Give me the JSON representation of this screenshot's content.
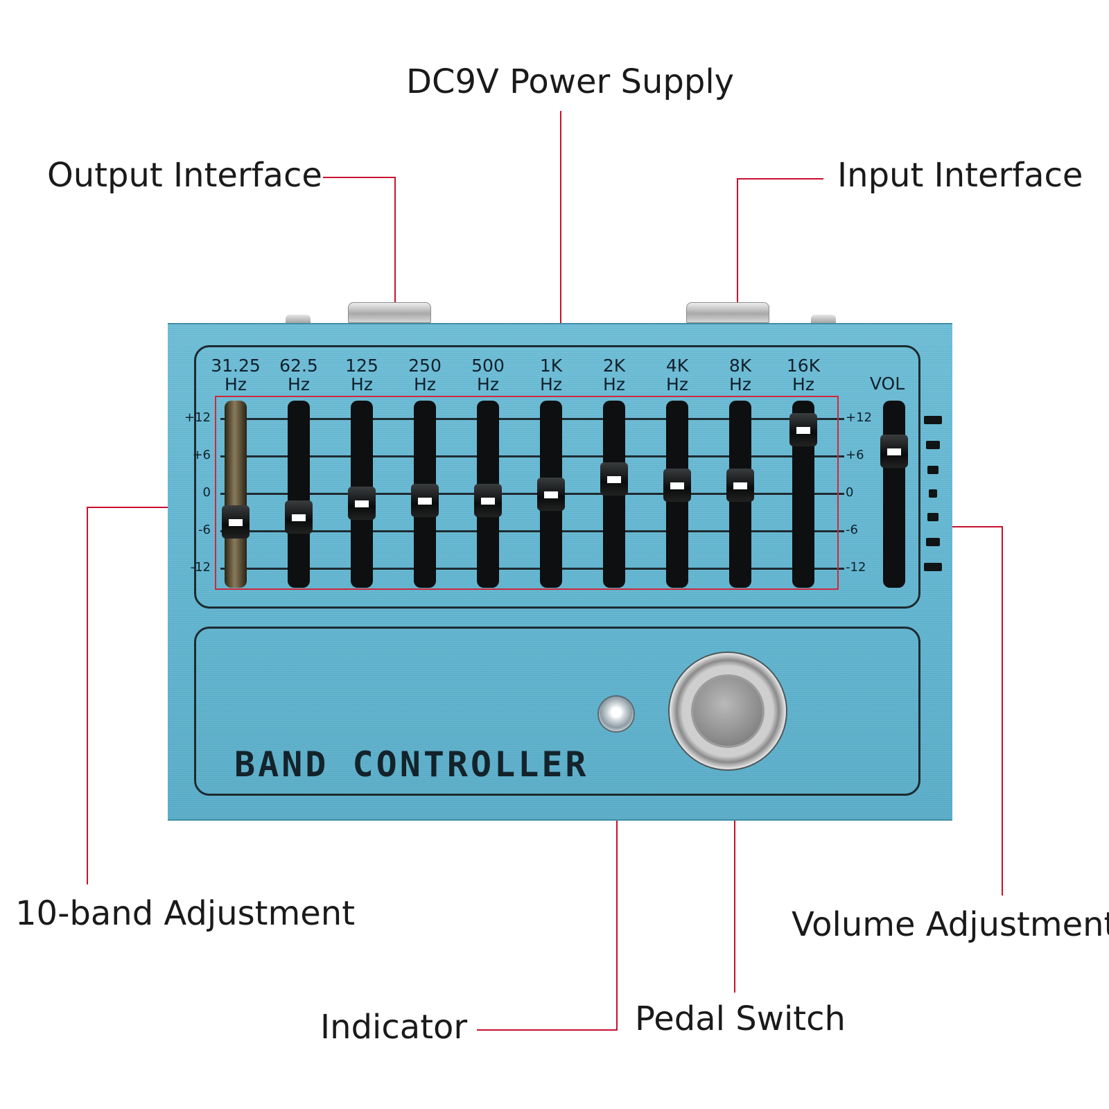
{
  "callouts": {
    "power": "DC9V Power Supply",
    "output": "Output Interface",
    "input": "Input Interface",
    "band": "10-band Adjustment",
    "volume": "Volume Adjustment",
    "indicator": "Indicator",
    "switch": "Pedal Switch"
  },
  "pedal": {
    "brand": "BAND CONTROLLER",
    "vol_label": "VOL",
    "bands": [
      {
        "freq": "31.25",
        "unit": "Hz",
        "level": 0.32
      },
      {
        "freq": "62.5",
        "unit": "Hz",
        "level": 0.35
      },
      {
        "freq": "125",
        "unit": "Hz",
        "level": 0.44
      },
      {
        "freq": "250",
        "unit": "Hz",
        "level": 0.46
      },
      {
        "freq": "500",
        "unit": "Hz",
        "level": 0.46
      },
      {
        "freq": "1K",
        "unit": "Hz",
        "level": 0.5
      },
      {
        "freq": "2K",
        "unit": "Hz",
        "level": 0.6
      },
      {
        "freq": "4K",
        "unit": "Hz",
        "level": 0.56
      },
      {
        "freq": "8K",
        "unit": "Hz",
        "level": 0.56
      },
      {
        "freq": "16K",
        "unit": "Hz",
        "level": 0.92
      }
    ],
    "vol_level": 0.78,
    "scale": [
      "+12",
      "+6",
      "0",
      "-6",
      "-12"
    ],
    "leader_color": "#c8102e",
    "body_color": "#5eb3cf"
  }
}
